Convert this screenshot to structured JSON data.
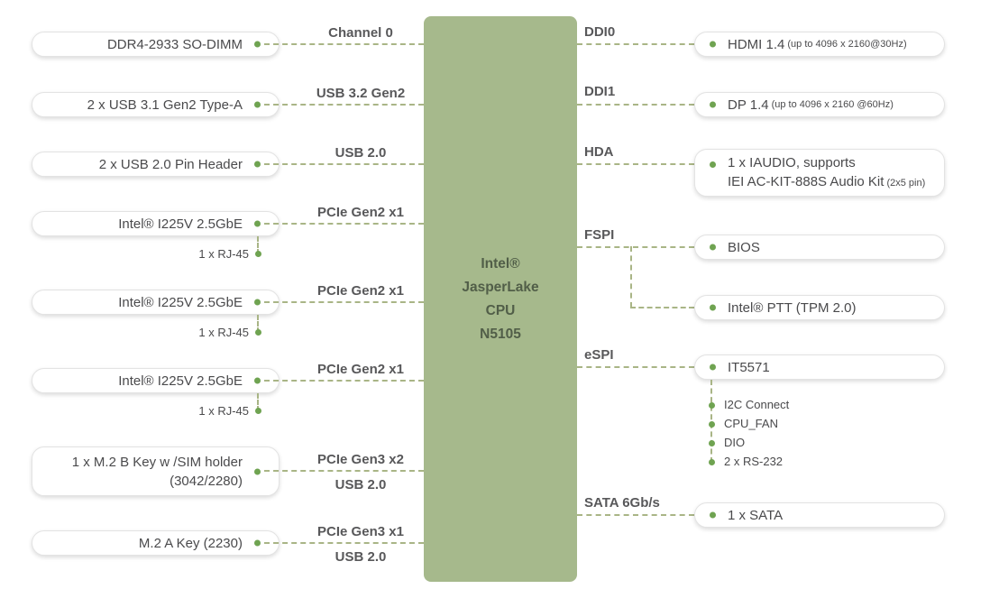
{
  "cpu": {
    "lines": [
      "Intel®",
      "JasperLake",
      "CPU",
      "N5105"
    ]
  },
  "left_rows": [
    {
      "label": "DDR4-2933 SO-DIMM",
      "bus": "Channel 0"
    },
    {
      "label": "2 x USB 3.1 Gen2 Type-A",
      "bus": "USB 3.2 Gen2"
    },
    {
      "label": "2 x USB 2.0 Pin Header",
      "bus": "USB 2.0"
    },
    {
      "label": "Intel® I225V 2.5GbE",
      "bus": "PCIe Gen2 x1",
      "port": "1 x RJ-45"
    },
    {
      "label": "Intel® I225V 2.5GbE",
      "bus": "PCIe Gen2 x1",
      "port": "1 x RJ-45"
    },
    {
      "label": "Intel® I225V 2.5GbE",
      "bus": "PCIe Gen2 x1",
      "port": "1 x RJ-45"
    },
    {
      "label": "1 x M.2 B Key w /SIM holder",
      "label2": "(3042/2280)",
      "bus": "PCIe Gen3 x2",
      "bus2": "USB 2.0"
    },
    {
      "label": "M.2 A Key (2230)",
      "bus": "PCIe Gen3 x1",
      "bus2": "USB 2.0"
    }
  ],
  "right_rows": [
    {
      "bus": "DDI0",
      "label": "HDMI 1.4",
      "note": "(up to 4096 x 2160@30Hz)"
    },
    {
      "bus": "DDI1",
      "label": "DP 1.4",
      "note": "(up to 4096 x 2160 @60Hz)"
    },
    {
      "bus": "HDA",
      "label": "1 x IAUDIO, supports",
      "label2": "IEI AC-KIT-888S Audio Kit",
      "note2": "(2x5 pin)"
    },
    {
      "bus": "FSPI",
      "label": "BIOS"
    },
    {
      "label": "Intel® PTT (TPM 2.0)"
    },
    {
      "bus": "eSPI",
      "label": "IT5571",
      "subs": [
        "I2C Connect",
        "CPU_FAN",
        "DIO",
        "2 x RS-232"
      ]
    },
    {
      "bus": "SATA 6Gb/s",
      "label": "1 x SATA"
    }
  ],
  "colors": {
    "cpu_block": "#a6b98c",
    "cpu_text": "#515e48",
    "dashed_line": "#a9b586",
    "dot": "#6fa351",
    "bus_label": "#58585a",
    "box_text": "#4a4a4c"
  }
}
